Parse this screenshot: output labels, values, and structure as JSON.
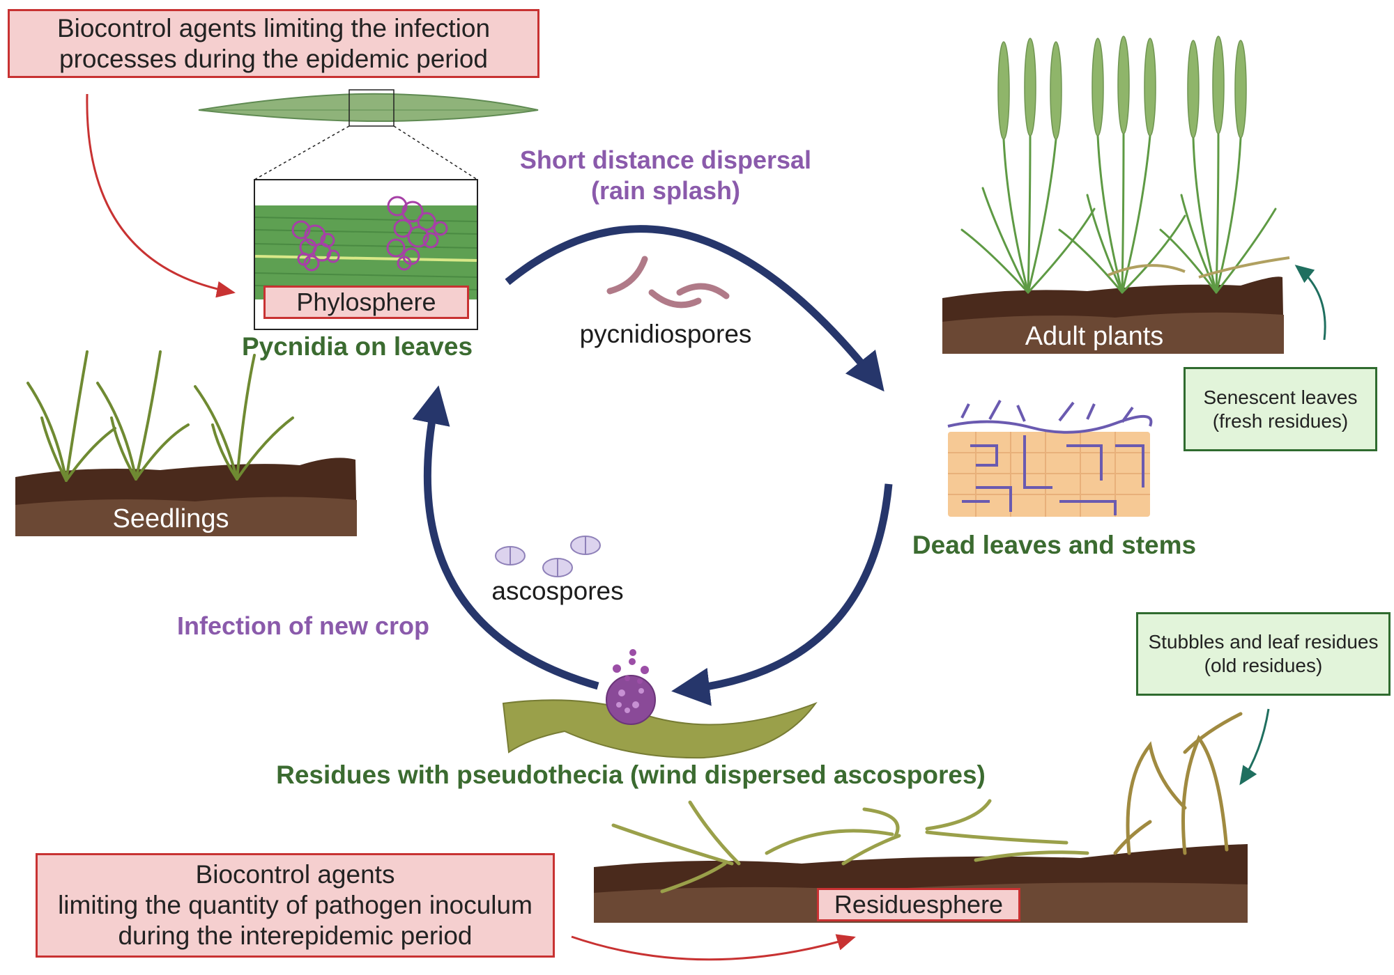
{
  "boxes": {
    "biocontrol_epidemic": [
      "Biocontrol agents limiting the infection",
      "processes during the epidemic period"
    ],
    "biocontrol_interepidemic": [
      "Biocontrol agents",
      "limiting the quantity of pathogen inoculum",
      "during the interepidemic period"
    ],
    "phylosphere": "Phylosphere",
    "residuesphere": "Residuesphere",
    "senescent": [
      "Senescent leaves",
      "(fresh residues)"
    ],
    "stubbles": [
      "Stubbles and leaf residues",
      "(old residues)"
    ]
  },
  "labels": {
    "short_distance": [
      "Short distance dispersal",
      "(rain splash)"
    ],
    "pycnidiospores": "pycnidiospores",
    "ascospores": "ascospores",
    "infection_new_crop": "Infection of new crop",
    "pycnidia_on_leaves": "Pycnidia on leaves",
    "dead_leaves": "Dead leaves and stems",
    "residues_pseudothecia": "Residues with pseudothecia (wind dispersed ascospores)",
    "seedlings": "Seedlings",
    "adult_plants": "Adult plants"
  },
  "colors": {
    "cycle_arrow": "#26366b",
    "red_arrow": "#c83232",
    "teal_arrow": "#1f6f5f",
    "soil_top": "#4a2a1c",
    "soil_bottom": "#6b4834",
    "leaf_green": "#5e9a44",
    "spore_purple": "#9b4ea6"
  }
}
